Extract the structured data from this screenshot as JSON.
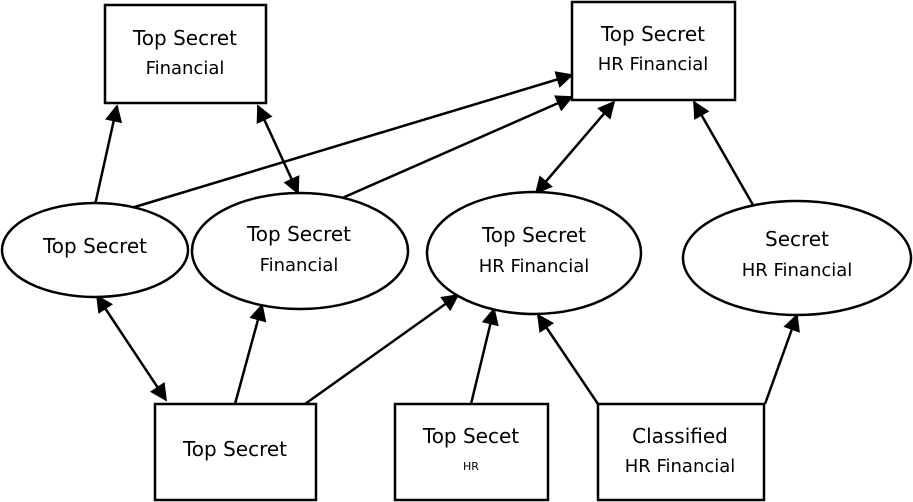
{
  "nodes": {
    "ts_fin_box": {
      "line1": "Top Secret",
      "line2": "Financial"
    },
    "ts_hrfin_box": {
      "line1": "Top Secret",
      "line2": "HR Financial"
    },
    "ts_ellipse": {
      "line1": "Top Secret"
    },
    "ts_fin_ellipse": {
      "line1": "Top Secret",
      "line2": "Financial"
    },
    "ts_hrfin_ellipse": {
      "line1": "Top Secret",
      "line2": "HR Financial"
    },
    "s_hrfin_ellipse": {
      "line1": "Secret",
      "line2": "HR Financial"
    },
    "ts_box": {
      "line1": "Top Secret"
    },
    "ts_hr_box": {
      "line1": "Top Secet",
      "line2": "HR"
    },
    "cl_hrfin_box": {
      "line1": "Classified",
      "line2": "HR Financial"
    }
  }
}
